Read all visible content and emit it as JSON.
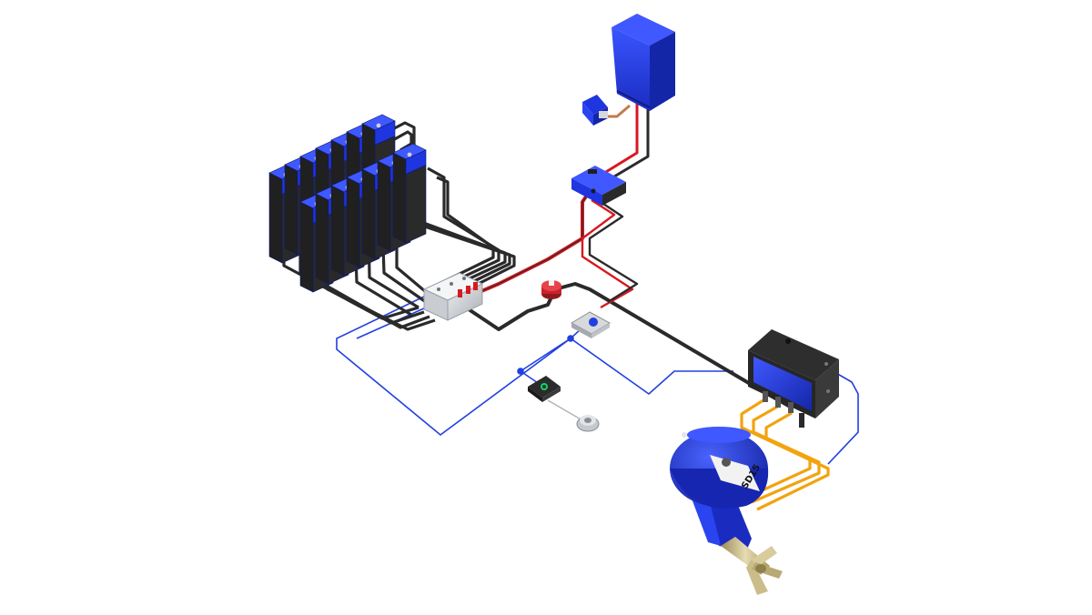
{
  "diagram": {
    "motor_label": "SD15"
  },
  "colors": {
    "background": "#ffffff",
    "component_blue": "#1f35e0",
    "component_blue_dark": "#1426a8",
    "component_blue_light": "#3f58ff",
    "cable_black": "#2a2a2a",
    "cable_red": "#d71920",
    "signal_blue": "#2140e0",
    "phase_orange": "#f2a30f",
    "aluminum": "#c9ccd1",
    "bronze": "#c8b98a"
  },
  "components": [
    {
      "id": "battery-bank",
      "icon": "battery-bank-icon"
    },
    {
      "id": "shore-charger",
      "icon": "charger-icon"
    },
    {
      "id": "shore-plug",
      "icon": "shore-power-plug-icon"
    },
    {
      "id": "dc-converter",
      "icon": "converter-icon"
    },
    {
      "id": "busbar-junction",
      "icon": "busbar-icon"
    },
    {
      "id": "battery-switch",
      "icon": "battery-switch-icon"
    },
    {
      "id": "fuse-holder",
      "icon": "fuse-icon"
    },
    {
      "id": "motor-controller",
      "icon": "motor-controller-icon"
    },
    {
      "id": "throttle-display",
      "icon": "display-icon"
    },
    {
      "id": "throttle-lever",
      "icon": "throttle-lever-icon"
    },
    {
      "id": "pod-motor",
      "icon": "pod-motor-icon"
    }
  ]
}
